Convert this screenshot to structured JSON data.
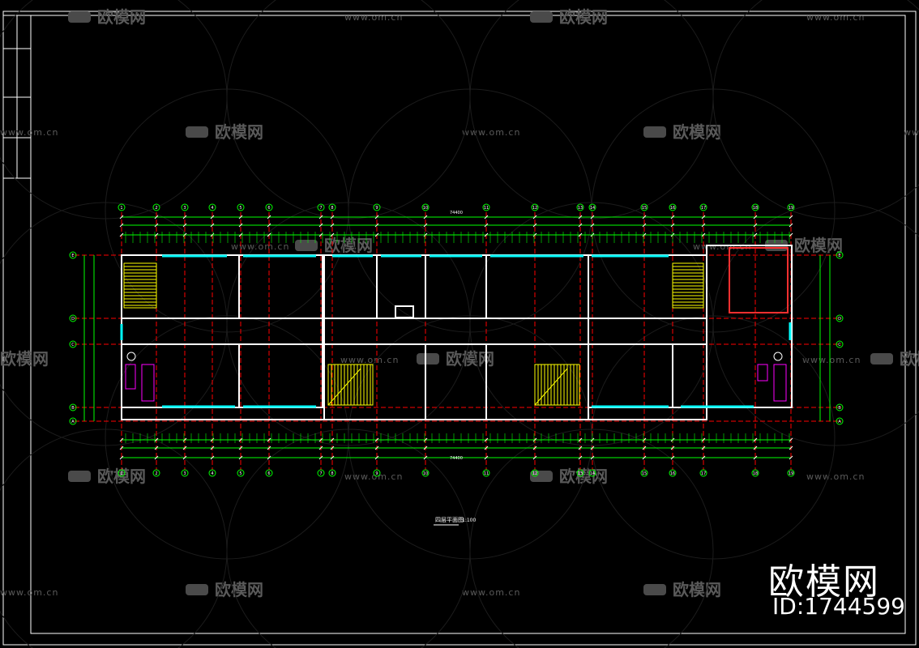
{
  "drawing": {
    "title": "四层平面图",
    "scale": "1:100",
    "overall_dimension": "74400"
  },
  "grid_axes_x": [
    "1",
    "2",
    "3",
    "4",
    "5",
    "6",
    "7",
    "8",
    "9",
    "10",
    "11",
    "12",
    "13",
    "14",
    "15",
    "16",
    "17",
    "18",
    "19"
  ],
  "grid_axes_y": [
    "E",
    "D",
    "C",
    "B",
    "A"
  ],
  "watermark": {
    "brand": "欧模网",
    "site": "www.om.cn"
  },
  "brand_badge": {
    "name": "欧模网",
    "id_text": "ID:1744599"
  },
  "colors": {
    "background": "#000000",
    "grid": "#00ff00",
    "wall": "#ffffff",
    "axis_line": "#ff0000",
    "window": "#00ffff",
    "stair": "#ffff00",
    "toilet": "#ff00ff"
  }
}
